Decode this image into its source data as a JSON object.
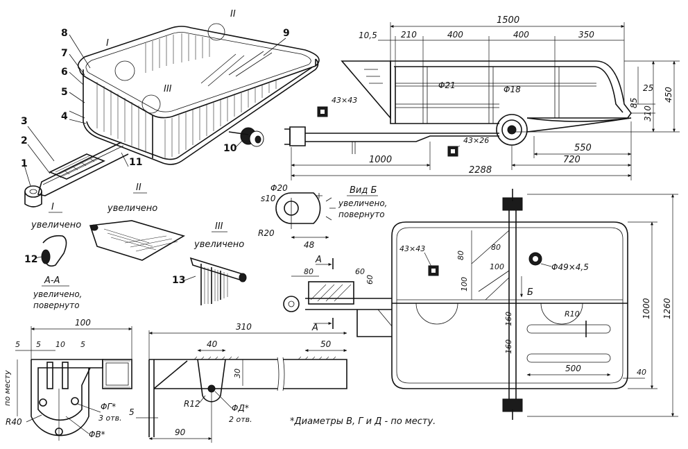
{
  "parts": [
    "1",
    "2",
    "3",
    "4",
    "5",
    "6",
    "7",
    "8",
    "9",
    "10",
    "11",
    "12",
    "13"
  ],
  "detail_marks": [
    "I",
    "II",
    "III"
  ],
  "views": {
    "d1": {
      "mark": "I",
      "caption": "увеличено"
    },
    "d2": {
      "mark": "II",
      "caption": "увеличено"
    },
    "d3": {
      "mark": "III",
      "caption": "увеличено"
    },
    "section_aa": {
      "title": "А-А",
      "line1": "увеличено,",
      "line2": "повернуто"
    },
    "view_b": {
      "title": "Вид Б",
      "line1": "увеличено,",
      "line2": "повернуто"
    }
  },
  "side_dims": {
    "total": "1500",
    "d105": "10,5",
    "d210": "210",
    "d400a": "400",
    "d400b": "400",
    "d350": "350",
    "phi21": "Φ21",
    "phi18": "Φ18",
    "sq43": "43×43",
    "sq4326": "43×26",
    "d25": "25",
    "d85": "85",
    "d310": "310",
    "d450": "450",
    "d1000": "1000",
    "d2288": "2288",
    "d550": "550",
    "d720": "720"
  },
  "bracket_dims": {
    "phi20": "Φ20",
    "s10": "s10",
    "r20": "R20",
    "d48": "48"
  },
  "plan_dims": {
    "sq43": "43×43",
    "d80a": "80",
    "d80b": "80",
    "d60a": "60",
    "d60b": "60",
    "d100a": "100",
    "d100b": "100",
    "phi49": "Φ49×4,5",
    "b": "Б",
    "a": "А",
    "d160a": "160",
    "d160b": "160",
    "r10": "R10",
    "d500": "500",
    "d40": "40",
    "d1000": "1000",
    "d1260": "1260"
  },
  "aa_dims": {
    "d100": "100",
    "d5a": "5",
    "d10": "10",
    "d5b": "5",
    "in_place": "по месту",
    "r40": "R40",
    "phiG": "ΦГ*",
    "holes3": "3 отв.",
    "phiV": "ΦВ*"
  },
  "frame_dims": {
    "d310": "310",
    "d40": "40",
    "d50": "50",
    "d30": "30",
    "r12": "R12",
    "phiD": "ΦД*",
    "holes2": "2 отв.",
    "d5": "5",
    "d90": "90"
  },
  "footnote": "*Диаметры В, Г и Д - по месту."
}
